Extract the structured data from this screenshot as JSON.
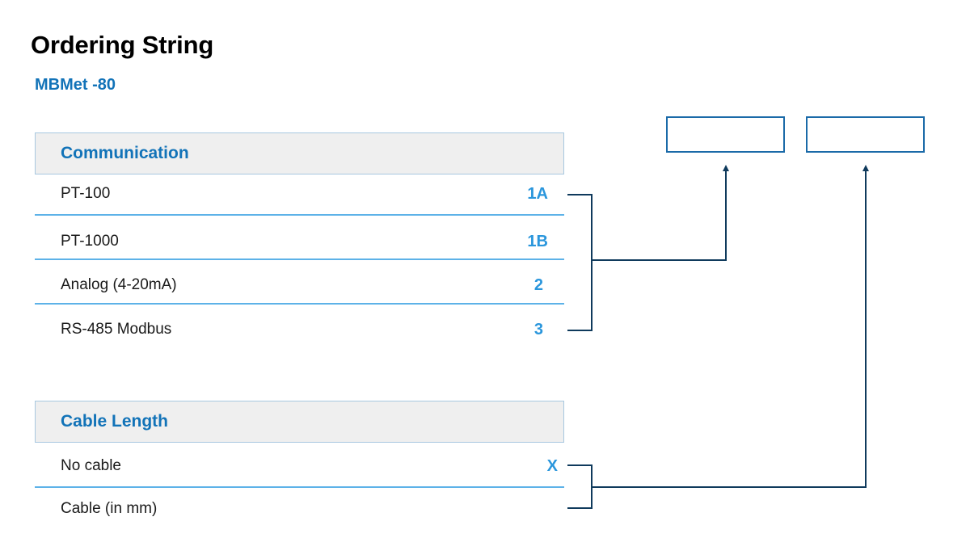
{
  "page": {
    "title": "Ordering String",
    "product": "MBMet -80"
  },
  "sections": [
    {
      "header": "Communication",
      "options": [
        {
          "label": "PT-100",
          "code": "1A"
        },
        {
          "label": "PT-1000",
          "code": "1B"
        },
        {
          "label": "Analog (4-20mA)",
          "code": "2"
        },
        {
          "label": "RS-485 Modbus",
          "code": "3"
        }
      ]
    },
    {
      "header": "Cable Length",
      "options": [
        {
          "label": "No cable",
          "code": "X"
        },
        {
          "label": "Cable (in mm)",
          "code": ""
        }
      ]
    }
  ],
  "code_boxes": [
    {
      "value": ""
    },
    {
      "value": ""
    }
  ],
  "colors": {
    "accent_blue": "#1273b8",
    "code_blue": "#2a96dc",
    "line_navy": "#0f3a5c",
    "divider_blue": "#5db2e8",
    "header_bg": "#efefef"
  }
}
